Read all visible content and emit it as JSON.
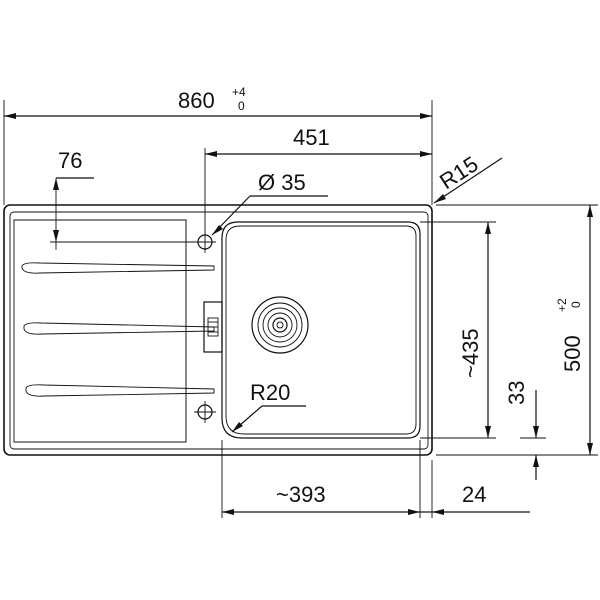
{
  "dimensions": {
    "overall_width": {
      "value": "860",
      "tol_upper": "+4",
      "tol_lower": "0"
    },
    "bowl_offset": "451",
    "drainer_offset": "76",
    "hole_diameter": "Ø 35",
    "corner_radius_outer": "R15",
    "bowl_depth": "~435",
    "overall_depth": {
      "value": "500",
      "tol_upper": "+2",
      "tol_lower": "0"
    },
    "bowl_corner_radius": "R20",
    "bowl_width": "~393",
    "rim_right": "24",
    "rim_bottom": "33"
  }
}
